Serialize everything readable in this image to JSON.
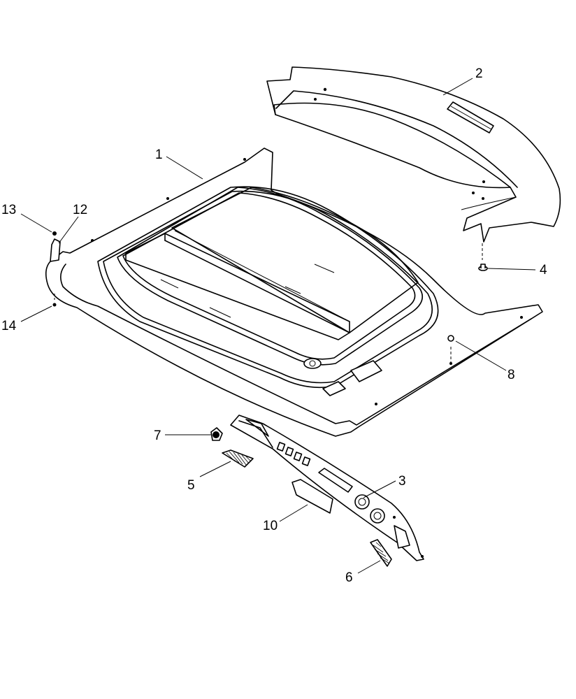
{
  "callouts": [
    {
      "id": "c1",
      "label": "1"
    },
    {
      "id": "c2",
      "label": "2"
    },
    {
      "id": "c3",
      "label": "3"
    },
    {
      "id": "c4",
      "label": "4"
    },
    {
      "id": "c5",
      "label": "5"
    },
    {
      "id": "c6",
      "label": "6"
    },
    {
      "id": "c7",
      "label": "7"
    },
    {
      "id": "c8",
      "label": "8"
    },
    {
      "id": "c10",
      "label": "10"
    },
    {
      "id": "c12",
      "label": "12"
    },
    {
      "id": "c13",
      "label": "13"
    },
    {
      "id": "c14",
      "label": "14"
    }
  ]
}
